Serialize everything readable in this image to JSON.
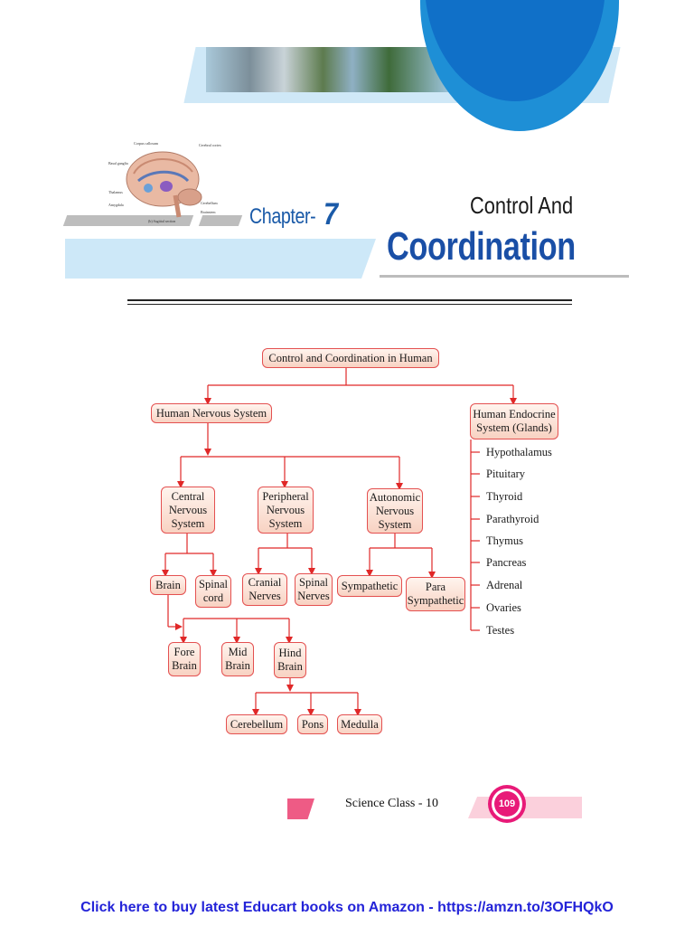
{
  "header": {
    "chapter_word": "Chapter-",
    "chapter_number": "7",
    "title_line1": "Control And",
    "title_line2": "Coordination",
    "colors": {
      "accent_blue": "#1a5aa8",
      "circle_blue": "#1070c8",
      "band_blue": "#cde8f8"
    }
  },
  "brain_figure": {
    "labels": [
      "Corpus callosum",
      "Cerebral cortex",
      "Basal ganglia",
      "Thalamus",
      "Amygdala",
      "Cerebellum",
      "Brainstem",
      "(b) Sagittal section"
    ]
  },
  "flowchart": {
    "root": "Control and Coordination in Human",
    "nervous": "Human Nervous System",
    "endocrine": "Human Endocrine\nSystem (Glands)",
    "cns": "Central\nNervous\nSystem",
    "pns": "Peripheral\nNervous\nSystem",
    "ans": "Autonomic\nNervous\nSystem",
    "brain": "Brain",
    "spinal_cord": "Spinal\ncord",
    "cranial_nerves": "Cranial\nNerves",
    "spinal_nerves": "Spinal\nNerves",
    "sympathetic": "Sympathetic",
    "para_sympathetic": "Para\nSympathetic",
    "fore_brain": "Fore\nBrain",
    "mid_brain": "Mid\nBrain",
    "hind_brain": "Hind\nBrain",
    "cerebellum": "Cerebellum",
    "pons": "Pons",
    "medulla": "Medulla",
    "glands": [
      "Hypothalamus",
      "Pituitary",
      "Thyroid",
      "Parathyroid",
      "Thymus",
      "Pancreas",
      "Adrenal",
      "Ovaries",
      "Testes"
    ]
  },
  "footer": {
    "subject": "Science Class - 10",
    "page_number": "109",
    "buy_link": "Click here to buy latest Educart books on Amazon - https://amzn.to/3OFHQkO"
  }
}
